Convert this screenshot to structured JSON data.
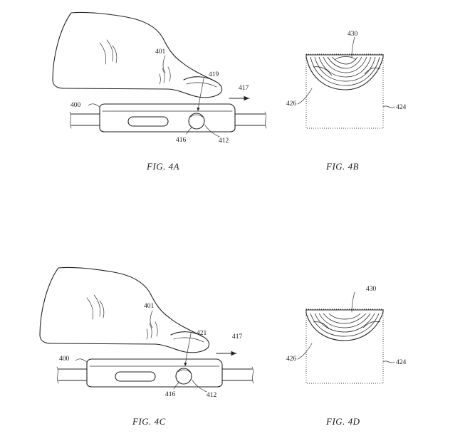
{
  "figures": [
    {
      "caption": "FIG. 4A",
      "labels": {
        "finger": "401",
        "device": "400",
        "arrow": "417",
        "contact": "419",
        "sensor": "412",
        "button": "416"
      }
    },
    {
      "caption": "FIG. 4B",
      "labels": {
        "print": "430",
        "boundary": "426",
        "area": "424"
      }
    },
    {
      "caption": "FIG. 4C",
      "labels": {
        "finger": "401",
        "device": "400",
        "arrow": "417",
        "contact": "421",
        "sensor": "412",
        "button": "416"
      }
    },
    {
      "caption": "FIG. 4D",
      "labels": {
        "print": "430",
        "boundary": "426",
        "area": "424"
      }
    }
  ]
}
